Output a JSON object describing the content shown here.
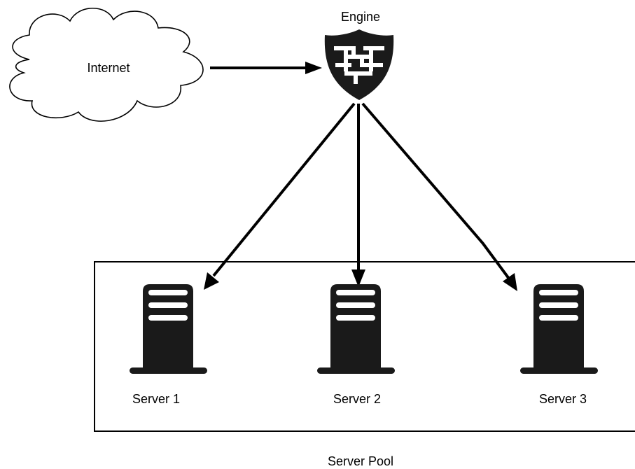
{
  "nodes": {
    "internet": {
      "label": "Internet",
      "icon": "cloud-icon"
    },
    "engine": {
      "label": "Engine",
      "icon": "firewall-shield-icon"
    },
    "servers": [
      {
        "label": "Server 1",
        "icon": "server-icon"
      },
      {
        "label": "Server 2",
        "icon": "server-icon"
      },
      {
        "label": "Server 3",
        "icon": "server-icon"
      }
    ]
  },
  "group": {
    "label": "Server Pool"
  },
  "edges": [
    {
      "from": "Internet",
      "to": "Engine"
    },
    {
      "from": "Engine",
      "to": "Server 1"
    },
    {
      "from": "Engine",
      "to": "Server 2"
    },
    {
      "from": "Engine",
      "to": "Server 3"
    }
  ],
  "colors": {
    "stroke": "#000000",
    "icon_fill": "#1a1a1a",
    "background": "#ffffff"
  }
}
